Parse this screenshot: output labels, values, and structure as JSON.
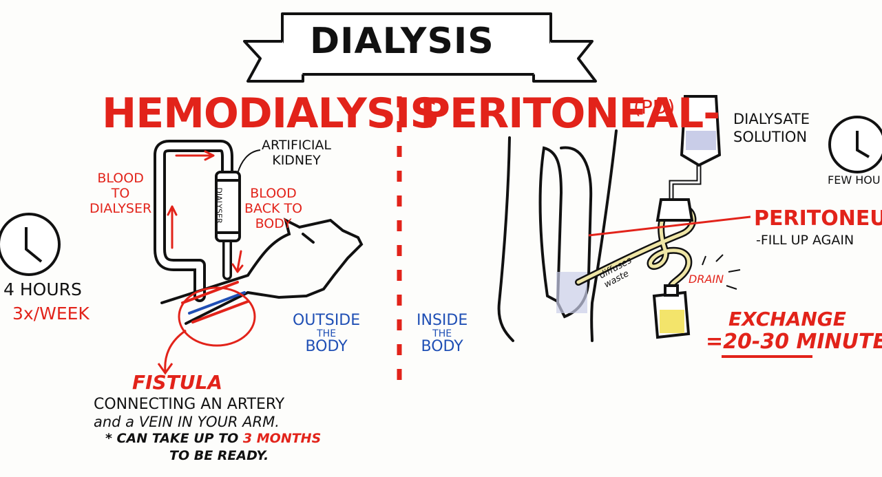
{
  "title": "DIALYSIS",
  "hemo": {
    "heading": "HEMODIALYSIS",
    "artificial_kidney": [
      "ARTIFICIAL",
      "KIDNEY"
    ],
    "dialyser": "DIALYSER",
    "blood_to": [
      "BLOOD",
      "TO",
      "DIALYSER"
    ],
    "blood_back": [
      "BLOOD",
      "BACK TO",
      "BODY"
    ],
    "hours": "4 HOURS",
    "per_week": "3x/WEEK",
    "outside": [
      "OUTSIDE",
      "THE",
      "BODY"
    ],
    "fistula": "FISTULA",
    "fistula_line1": "CONNECTING AN ARTERY",
    "fistula_line2": "and a VEIN IN YOUR ARM.",
    "note_pre": "* CAN TAKE UP TO ",
    "note_months": "3 MONTHS",
    "note_line2": "TO BE READY."
  },
  "pd": {
    "heading": "PERITONEAL-",
    "abbr": "(PD)",
    "inside": [
      "INSIDE",
      "THE",
      "BODY"
    ],
    "solution": [
      "DIALYSATE",
      "SOLUTION"
    ],
    "few_hours": "FEW HOU",
    "peritoneum": "PERITONEUM",
    "fill_up": "-FILL UP AGAIN",
    "diffuses": [
      "diffuses",
      "waste"
    ],
    "drain": "DRAIN",
    "exchange": "EXCHANGE",
    "exchange_time": "=20-30 MINUTE"
  },
  "colors": {
    "red": "#e2231a",
    "blue": "#1f4fb5",
    "ink": "#111111",
    "yellow": "#f3e46b",
    "tube": "#efe6a6"
  }
}
